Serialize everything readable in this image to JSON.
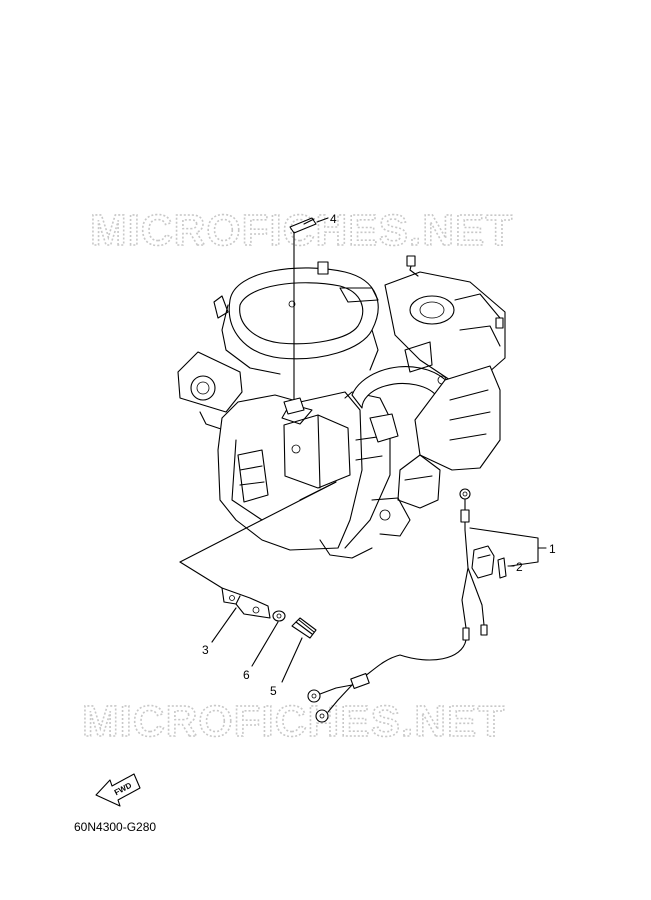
{
  "watermark": {
    "text": "MICROFICHES.NET"
  },
  "callouts": [
    {
      "id": "1",
      "label": "1"
    },
    {
      "id": "2",
      "label": "2"
    },
    {
      "id": "3",
      "label": "3"
    },
    {
      "id": "4",
      "label": "4"
    },
    {
      "id": "5",
      "label": "5"
    },
    {
      "id": "6",
      "label": "6"
    }
  ],
  "fwd_arrow": {
    "label": "FWD"
  },
  "diagram_code": "60N4300-G280"
}
